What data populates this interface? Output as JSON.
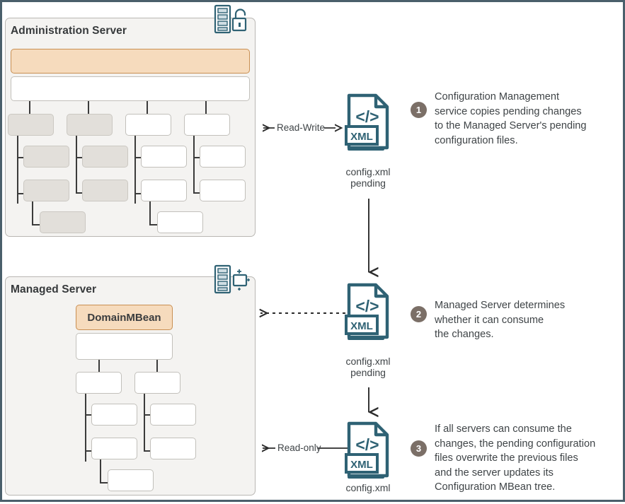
{
  "diagram": {
    "title": "WebLogic configuration change propagation",
    "colors": {
      "panel_bg": "#f4f3f1",
      "panel_border": "#b9b7b3",
      "node_white": "#ffffff",
      "node_grey": "#e2dfda",
      "node_orange": "#f6dbbd",
      "node_orange_border": "#c98f52",
      "icon_teal": "#2f6274",
      "step_badge": "#7b6f67",
      "text": "#3f4447",
      "frame_border": "#4a5f6b"
    }
  },
  "panels": [
    {
      "id": "admin",
      "title": "Administration Server",
      "icon": "server-unlocked-icon"
    },
    {
      "id": "managed",
      "title": "Managed Server",
      "icon": "server-pending-icon"
    }
  ],
  "admin_tree": {
    "root_label": "",
    "nodes": [
      {
        "name": "admin-root-orange",
        "style": "orange",
        "label": ""
      },
      {
        "name": "admin-root-white",
        "style": "white",
        "label": ""
      }
    ]
  },
  "managed_tree": {
    "root_label": "DomainMBean"
  },
  "connectors": [
    {
      "name": "read-write-connector",
      "label": "Read-Write",
      "style": "solid",
      "arrows": "both"
    },
    {
      "name": "consume-connector",
      "label": "",
      "style": "dashed",
      "arrows": "left"
    },
    {
      "name": "read-only-connector",
      "label": "Read-only",
      "style": "solid",
      "arrows": "left"
    }
  ],
  "files": [
    {
      "name": "config-xml-pending-1",
      "caption": "config.xml\npending",
      "icon": "xml-file-icon"
    },
    {
      "name": "config-xml-pending-2",
      "caption": "config.xml\npending",
      "icon": "xml-file-icon"
    },
    {
      "name": "config-xml-final",
      "caption": "config.xml",
      "icon": "xml-file-icon"
    }
  ],
  "steps": [
    {
      "number": "1",
      "text": "Configuration Management\nservice copies pending changes\nto the Managed Server's pending\nconfiguration files."
    },
    {
      "number": "2",
      "text": "Managed Server determines\nwhether it can consume\nthe changes."
    },
    {
      "number": "3",
      "text": "If all servers can consume the\nchanges, the pending configuration\nfiles overwrite the previous files\nand the server updates its\nConfiguration MBean tree."
    }
  ]
}
